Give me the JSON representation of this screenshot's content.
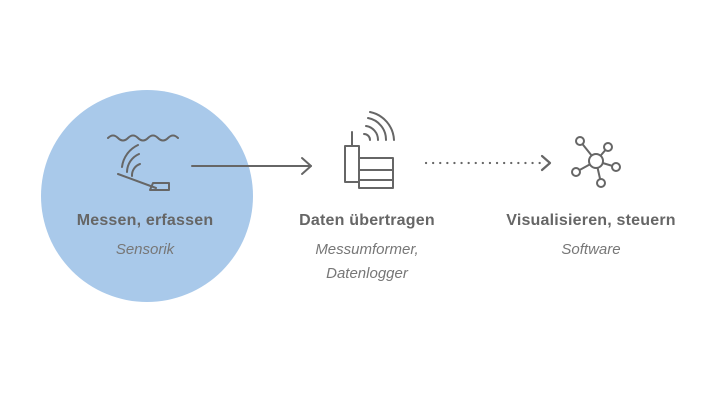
{
  "steps": [
    {
      "title": "Messen, erfassen",
      "subtitle_lines": [
        "Sensorik"
      ],
      "icon": "water-sensor-icon"
    },
    {
      "title": "Daten übertragen",
      "subtitle_lines": [
        "Messumformer,",
        "Datenlogger"
      ],
      "icon": "wireless-transmitter-icon"
    },
    {
      "title": "Visualisieren, steuern",
      "subtitle_lines": [
        "Software"
      ],
      "icon": "network-nodes-icon"
    }
  ],
  "connectors": [
    {
      "from": 0,
      "to": 1,
      "style": "solid"
    },
    {
      "from": 1,
      "to": 2,
      "style": "dotted"
    }
  ],
  "colors": {
    "highlight_circle": "#a9c9ea",
    "icon_stroke": "#666666",
    "text": "#666666"
  }
}
